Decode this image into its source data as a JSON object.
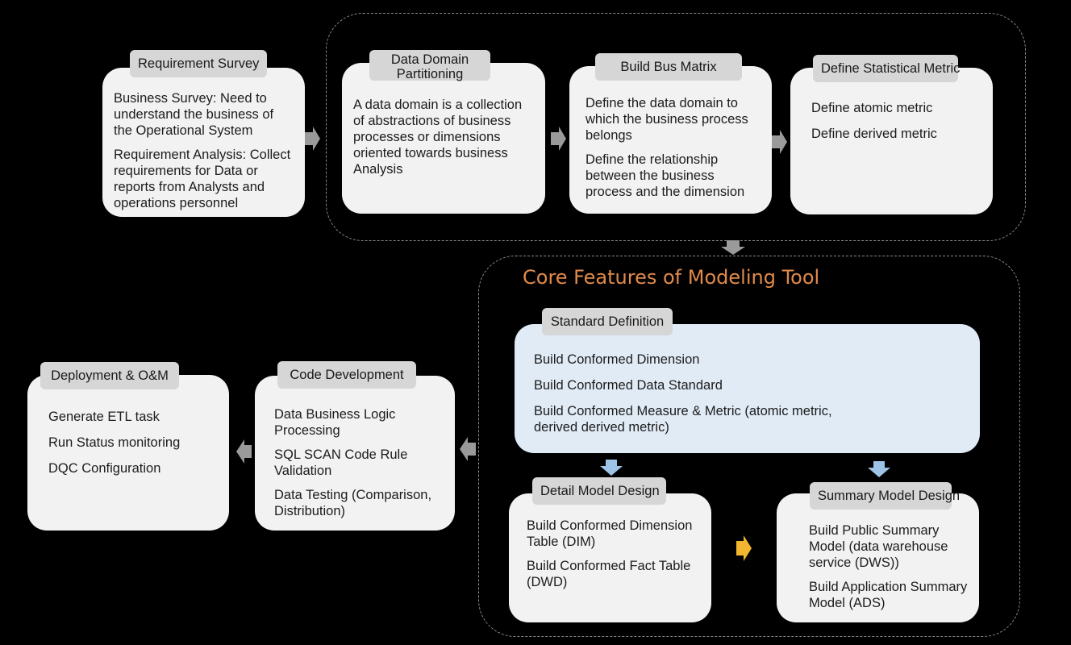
{
  "requirement_survey": {
    "title": "Requirement Survey",
    "items": [
      "Business Survey: Need to understand the business of the Operational System",
      "Requirement Analysis: Collect requirements for Data or reports from Analysts and operations personnel"
    ]
  },
  "data_domain": {
    "title": "Data Domain Partitioning",
    "items": [
      "A data domain is a collection of abstractions of business processes or dimensions oriented towards business Analysis"
    ]
  },
  "bus_matrix": {
    "title": "Build Bus Matrix",
    "items": [
      "Define the data domain to which the business process belongs",
      "Define the relationship between the business process and the dimension"
    ]
  },
  "statistical_metric": {
    "title": "Define Statistical Metric",
    "items": [
      "Define atomic metric",
      "Define derived metric"
    ]
  },
  "core": {
    "title": "Core Features of Modeling Tool"
  },
  "standard_definition": {
    "title": "Standard Definition",
    "items": [
      "Build Conformed Dimension",
      "Build Conformed Data Standard",
      "Build Conformed Measure & Metric (atomic metric, derived derived metric)"
    ]
  },
  "detail_model": {
    "title": "Detail Model Design",
    "items": [
      "Build Conformed Dimension Table (DIM)",
      "Build Conformed Fact Table (DWD)"
    ]
  },
  "summary_model": {
    "title": "Summary Model Design",
    "items": [
      "Build Public Summary Model (data warehouse service (DWS))",
      "Build Application Summary Model (ADS)"
    ]
  },
  "code_development": {
    "title": "Code Development",
    "items": [
      "Data Business Logic Processing",
      "SQL SCAN Code Rule Validation",
      "Data Testing (Comparison, Distribution)"
    ]
  },
  "deployment": {
    "title": "Deployment & O&M",
    "items": [
      "Generate ETL task",
      "Run Status monitoring",
      "DQC Configuration"
    ]
  },
  "colors": {
    "background": "#000000",
    "card": "#f2f2f2",
    "card_highlight": "#e1ebf6",
    "tag": "#d6d6d6",
    "core_title": "#e18a4a",
    "arrow_gray": "#9a9a9a",
    "arrow_blue": "#9dc3e6",
    "arrow_yellow": "#f2b52f"
  }
}
